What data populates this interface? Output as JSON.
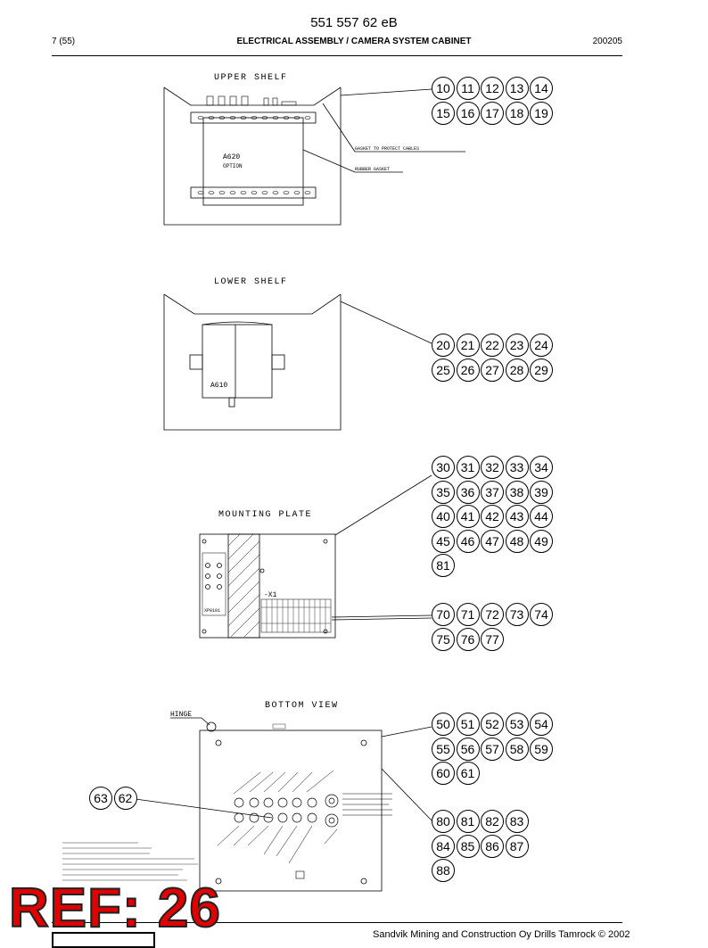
{
  "header": {
    "doc_number": "551 557 62 eB",
    "page": "7 (55)",
    "title": "ELECTRICAL ASSEMBLY / CAMERA SYSTEM CABINET",
    "date": "200205"
  },
  "footer": {
    "copyright": "Sandvik Mining and Construction Oy Drills Tamrock © 2002"
  },
  "stamp": "REF: 26",
  "drawing_labels": {
    "upper_shelf": "UPPER SHELF",
    "lower_shelf": "LOWER SHELF",
    "mounting_plate": "MOUNTING PLATE",
    "bottom_view": "BOTTOM VIEW",
    "hinge": "HINGE",
    "a620": "A620",
    "option": "OPTION",
    "gasket_cables": "GASKET TO PROTECT CABLES",
    "rubber_gasket": "RUBBER GASKET",
    "a610": "A610",
    "x1": "-X1",
    "xp0101": "XP0101"
  },
  "groups": {
    "upper": [
      [
        "10",
        "11",
        "12",
        "13",
        "14"
      ],
      [
        "15",
        "16",
        "17",
        "18",
        "19"
      ]
    ],
    "lower": [
      [
        "20",
        "21",
        "22",
        "23",
        "24"
      ],
      [
        "25",
        "26",
        "27",
        "28",
        "29"
      ]
    ],
    "plate": [
      [
        "30",
        "31",
        "32",
        "33",
        "34"
      ],
      [
        "35",
        "36",
        "37",
        "38",
        "39"
      ],
      [
        "40",
        "41",
        "42",
        "43",
        "44"
      ],
      [
        "45",
        "46",
        "47",
        "48",
        "49"
      ],
      [
        "81"
      ]
    ],
    "terminal": [
      [
        "70",
        "71",
        "72",
        "73",
        "74"
      ],
      [
        "75",
        "76",
        "77"
      ]
    ],
    "bottom_a": [
      [
        "50",
        "51",
        "52",
        "53",
        "54"
      ],
      [
        "55",
        "56",
        "57",
        "58",
        "59"
      ],
      [
        "60",
        "61"
      ]
    ],
    "bottom_b": [
      [
        "80",
        "81",
        "82",
        "83"
      ],
      [
        "84",
        "85",
        "86",
        "87"
      ],
      [
        "88"
      ]
    ],
    "bottom_left": [
      [
        "63",
        "62"
      ]
    ]
  }
}
